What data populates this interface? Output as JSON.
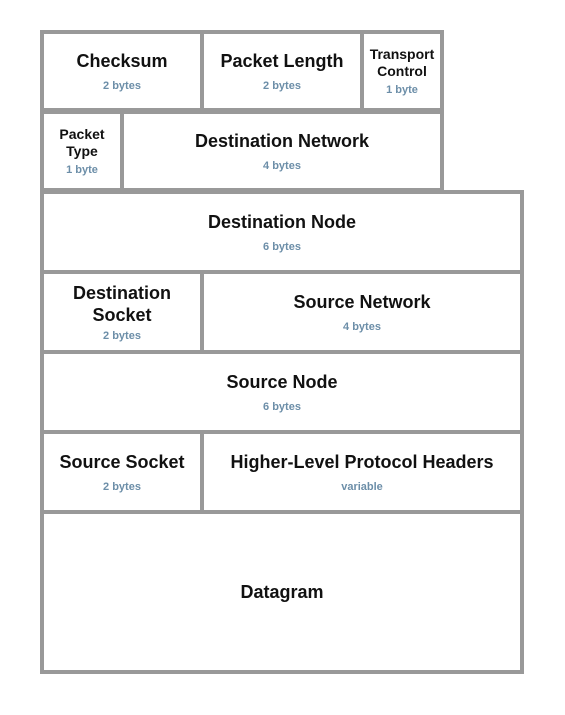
{
  "fields": {
    "checksum": {
      "name": "Checksum",
      "size": "2 bytes"
    },
    "packet_length": {
      "name": "Packet Length",
      "size": "2 bytes"
    },
    "transport_control": {
      "name": "Transport Control",
      "size": "1 byte"
    },
    "packet_type": {
      "name": "Packet Type",
      "size": "1 byte"
    },
    "destination_network": {
      "name": "Destination Network",
      "size": "4 bytes"
    },
    "destination_node": {
      "name": "Destination Node",
      "size": "6 bytes"
    },
    "destination_socket": {
      "name": "Destination Socket",
      "size": "2 bytes"
    },
    "source_network": {
      "name": "Source Network",
      "size": "4 bytes"
    },
    "source_node": {
      "name": "Source Node",
      "size": "6 bytes"
    },
    "source_socket": {
      "name": "Source Socket",
      "size": "2 bytes"
    },
    "higher_level_headers": {
      "name": "Higher-Level Protocol Headers",
      "size": "variable"
    },
    "datagram": {
      "name": "Datagram"
    }
  },
  "colors": {
    "border": "#999999",
    "size_text": "#6c8ea8",
    "name_text": "#111111"
  }
}
